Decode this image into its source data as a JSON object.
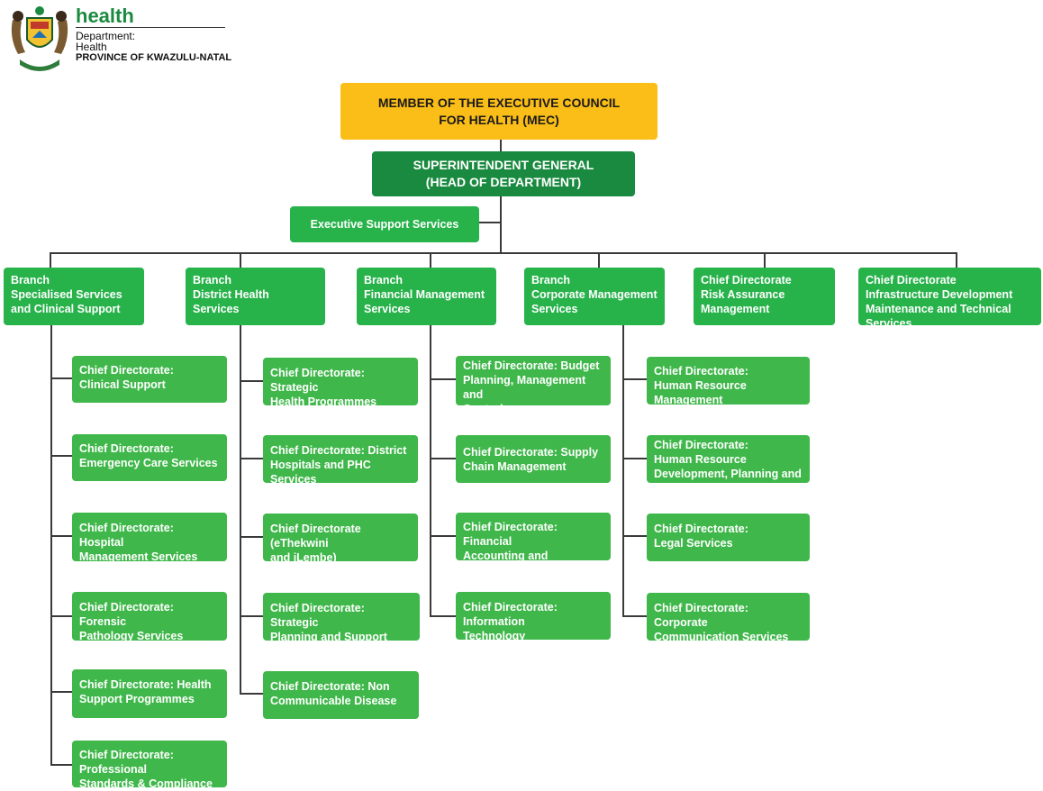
{
  "logo": {
    "title": "health",
    "line1": "Department:",
    "line2": "Health",
    "line3": "PROVINCE OF KWAZULU-NATAL"
  },
  "colors": {
    "mec": "#fbbd17",
    "head": "#1a8a40",
    "branch": "#27b24a",
    "directorate": "#3fb74a",
    "connector": "#3a3a3a"
  },
  "mec": {
    "label": "MEMBER OF THE EXECUTIVE COUNCIL\nFOR HEALTH (MEC)"
  },
  "superintendent": {
    "label": "SUPERINTENDENT GENERAL\n(HEAD OF DEPARTMENT)"
  },
  "support": {
    "label": "Executive Support Services"
  },
  "branches": [
    {
      "label": "Branch\nSpecialised Services\nand Clinical Support",
      "children": [
        "Chief Directorate:\nClinical Support",
        "Chief Directorate:\nEmergency Care Services",
        "Chief Directorate: Hospital\nManagement Services",
        "Chief Directorate: Forensic\nPathology Services",
        "Chief Directorate: Health\nSupport Programmes",
        "Chief Directorate: Professional\nStandards & Compliance"
      ]
    },
    {
      "label": "Branch\nDistrict Health Services",
      "children": [
        "Chief Directorate: Strategic\nHealth Programmes",
        "Chief Directorate: District\nHospitals and PHC Services",
        "Chief Directorate (eThekwini\nand iLembe)",
        "Chief Directorate: Strategic\nPlanning and Support",
        "Chief Directorate: Non\nCommunicable Disease"
      ]
    },
    {
      "label": "Branch\nFinancial Management\nServices",
      "children": [
        "Chief Directorate: Budget\nPlanning, Management and\nControl",
        "Chief Directorate: Supply\nChain Management",
        "Chief Directorate: Financial\nAccounting and Reporting",
        "Chief Directorate: Information\nTechnology"
      ]
    },
    {
      "label": "Branch\nCorporate Management\nServices",
      "children": [
        "Chief Directorate:\nHuman Resource Management",
        "Chief Directorate:\nHuman Resource\nDevelopment, Planning and OD",
        "Chief Directorate:\nLegal Services",
        "Chief Directorate: Corporate\nCommunication Services"
      ]
    },
    {
      "label": "Chief Directorate\nRisk Assurance\nManagement",
      "children": []
    },
    {
      "label": "Chief Directorate\nInfrastructure Development\nMaintenance and Technical Services",
      "children": []
    }
  ]
}
